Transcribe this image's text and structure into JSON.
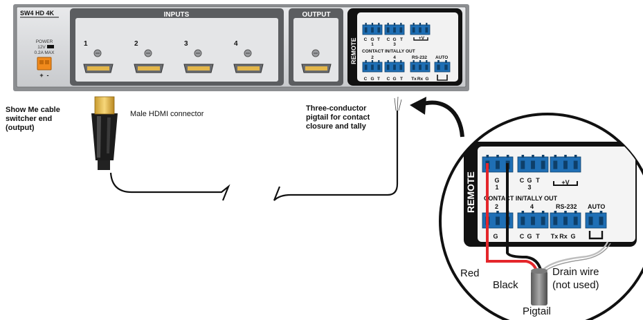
{
  "device": {
    "model": "SW4 HD 4K",
    "inputs_title": "INPUTS",
    "output_title": "OUTPUT",
    "remote_title": "REMOTE",
    "power": {
      "line1": "POWER",
      "line2": "12V",
      "line3": "0.2A MAX",
      "plus": "+",
      "minus": "-"
    },
    "input_numbers": [
      "1",
      "2",
      "3",
      "4"
    ],
    "remote": {
      "row1_labels": [
        "C",
        "G",
        "T",
        "C",
        "G",
        "T"
      ],
      "row1_sub": [
        "1",
        "3"
      ],
      "plus_v": "+V",
      "contact_title": "CONTACT IN/TALLY OUT",
      "row2_nums": [
        "2",
        "4"
      ],
      "rs232": "RS-232",
      "auto": "AUTO",
      "row2_labels": [
        "C",
        "G",
        "T",
        "C",
        "G",
        "T"
      ],
      "rs_labels": [
        "Tx",
        "Rx",
        "G"
      ]
    }
  },
  "labels": {
    "show_me": [
      "Show Me cable",
      "switcher end",
      "(output)"
    ],
    "male_hdmi": "Male HDMI connector",
    "pigtail_desc": [
      "Three-conductor",
      "pigtail for contact",
      "closure and tally"
    ]
  },
  "zoom": {
    "remote_title": "REMOTE",
    "g1_g": "G",
    "g1_n": "1",
    "cgt3": [
      "C",
      "G",
      "T"
    ],
    "cgt3_n": "3",
    "plus_v": "+V",
    "contact_title": "CONTACT IN/TALLY OUT",
    "n2": "2",
    "n4": "4",
    "rs232": "RS-232",
    "auto": "AUTO",
    "g2": "G",
    "cgt4": [
      "C",
      "G",
      "T"
    ],
    "rs_labels": [
      "Tx",
      "Rx",
      "G"
    ],
    "red": "Red",
    "black": "Black",
    "drain": [
      "Drain wire",
      "(not used)"
    ],
    "pigtail": "Pigtail"
  },
  "colors": {
    "terminal_blue": "#1f6fb5",
    "power_orange": "#f08a1c",
    "hdmi_gold": "#e3b64a",
    "wire_red": "#e4262b"
  }
}
